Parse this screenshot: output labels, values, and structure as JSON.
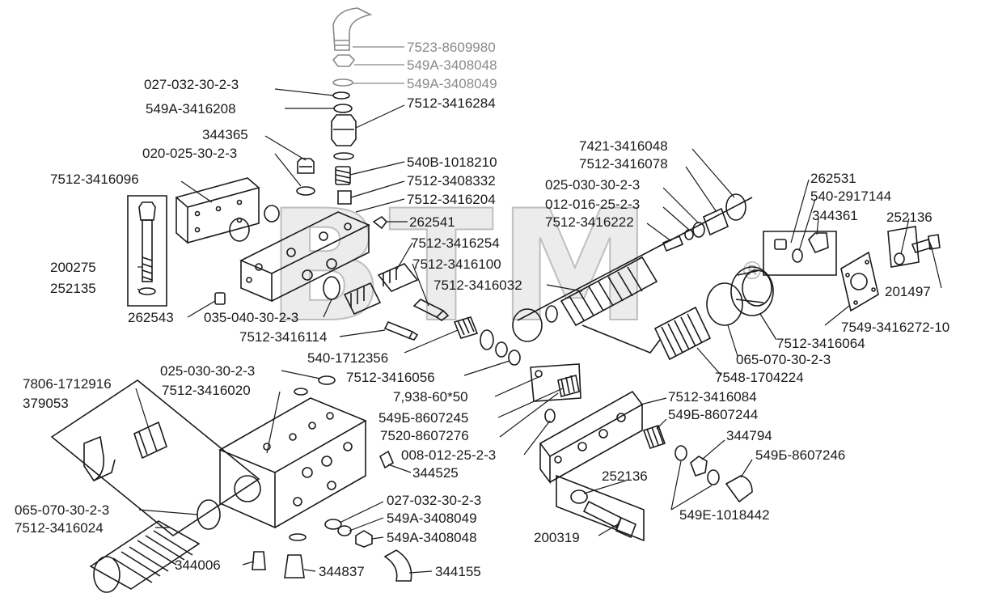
{
  "watermark": {
    "text": "BTM",
    "mark": "®"
  },
  "labels": {
    "l7523_8609980": "7523-8609980",
    "l549a_3408048_top": "549А-3408048",
    "l549a_3408049_top": "549А-3408049",
    "l027_032_top": "027-032-30-2-3",
    "l549a_3416208": "549А-3416208",
    "l7512_3416284": "7512-3416284",
    "l344365": "344365",
    "l020_025": "020-025-30-2-3",
    "l540b_1018210": "540В-1018210",
    "l7512_3408332": "7512-3408332",
    "l7512_3416096": "7512-3416096",
    "l7512_3416204": "7512-3416204",
    "l262541": "262541",
    "l7512_3416254": "7512-3416254",
    "l200275": "200275",
    "l7512_3416100": "7512-3416100",
    "l252135": "252135",
    "l7512_3416032": "7512-3416032",
    "l262543": "262543",
    "l035_040": "035-040-30-2-3",
    "l7512_3416114": "7512-3416114",
    "l540_1712356": "540-1712356",
    "l7421_3416048": "7421-3416048",
    "l7512_3416078": "7512-3416078",
    "l025_030_right": "025-030-30-2-3",
    "l012_016": "012-016-25-2-3",
    "l7512_3416222": "7512-3416222",
    "l262531": "262531",
    "l540_2917144": "540-2917144",
    "l344361": "344361",
    "l252136_right": "252136",
    "l201497": "201497",
    "l7549_3416272": "7549-3416272-10",
    "l7512_3416064": "7512-3416064",
    "l065_070_right": "065-070-30-2-3",
    "l7548_1704224": "7548-1704224",
    "l025_030_left": "025-030-30-2-3",
    "l7806_1712916": "7806-1712916",
    "l379053": "379053",
    "l7512_3416020": "7512-3416020",
    "l7512_3416056": "7512-3416056",
    "l7938": "7,938-60*50",
    "l549b_8607245": "549Б-8607245",
    "l7520_8607276": "7520-8607276",
    "l008_012": "008-012-25-2-3",
    "l344525": "344525",
    "l7512_3416084": "7512-3416084",
    "l549b_8607244": "549Б-8607244",
    "l344794": "344794",
    "l549b_8607246": "549Б-8607246",
    "l252136_bottom": "252136",
    "l549e_1018442": "549Е-1018442",
    "l200319": "200319",
    "l065_070_left": "065-070-30-2-3",
    "l7512_3416024": "7512-3416024",
    "l027_032_bottom": "027-032-30-2-3",
    "l549a_3408049_bottom": "549А-3408049",
    "l549a_3408048_bottom": "549А-3408048",
    "l344006": "344006",
    "l344837": "344837",
    "l344155": "344155"
  }
}
